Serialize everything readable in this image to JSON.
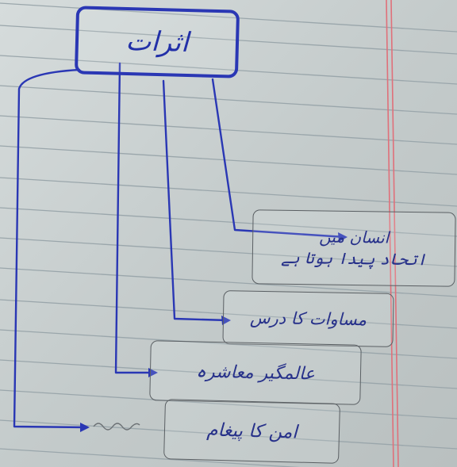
{
  "diagram": {
    "title": "اثرات",
    "effects": [
      {
        "id": "b1",
        "lines": [
          "انسان میں",
          "اتحاد پیدا ہوتا ہے"
        ]
      },
      {
        "id": "b2",
        "lines": [
          "مساوات کا درس"
        ]
      },
      {
        "id": "b3",
        "lines": [
          "عالمگیر معاشرہ"
        ]
      },
      {
        "id": "b4",
        "lines": [
          "امن کا پیغام"
        ]
      }
    ]
  },
  "colors": {
    "ink": "#2a37b4",
    "pencil": "#5a5f63",
    "paper": "#c9cfcf",
    "ruled_line": "#9aa6ab",
    "margin_line": "#e0707a"
  }
}
